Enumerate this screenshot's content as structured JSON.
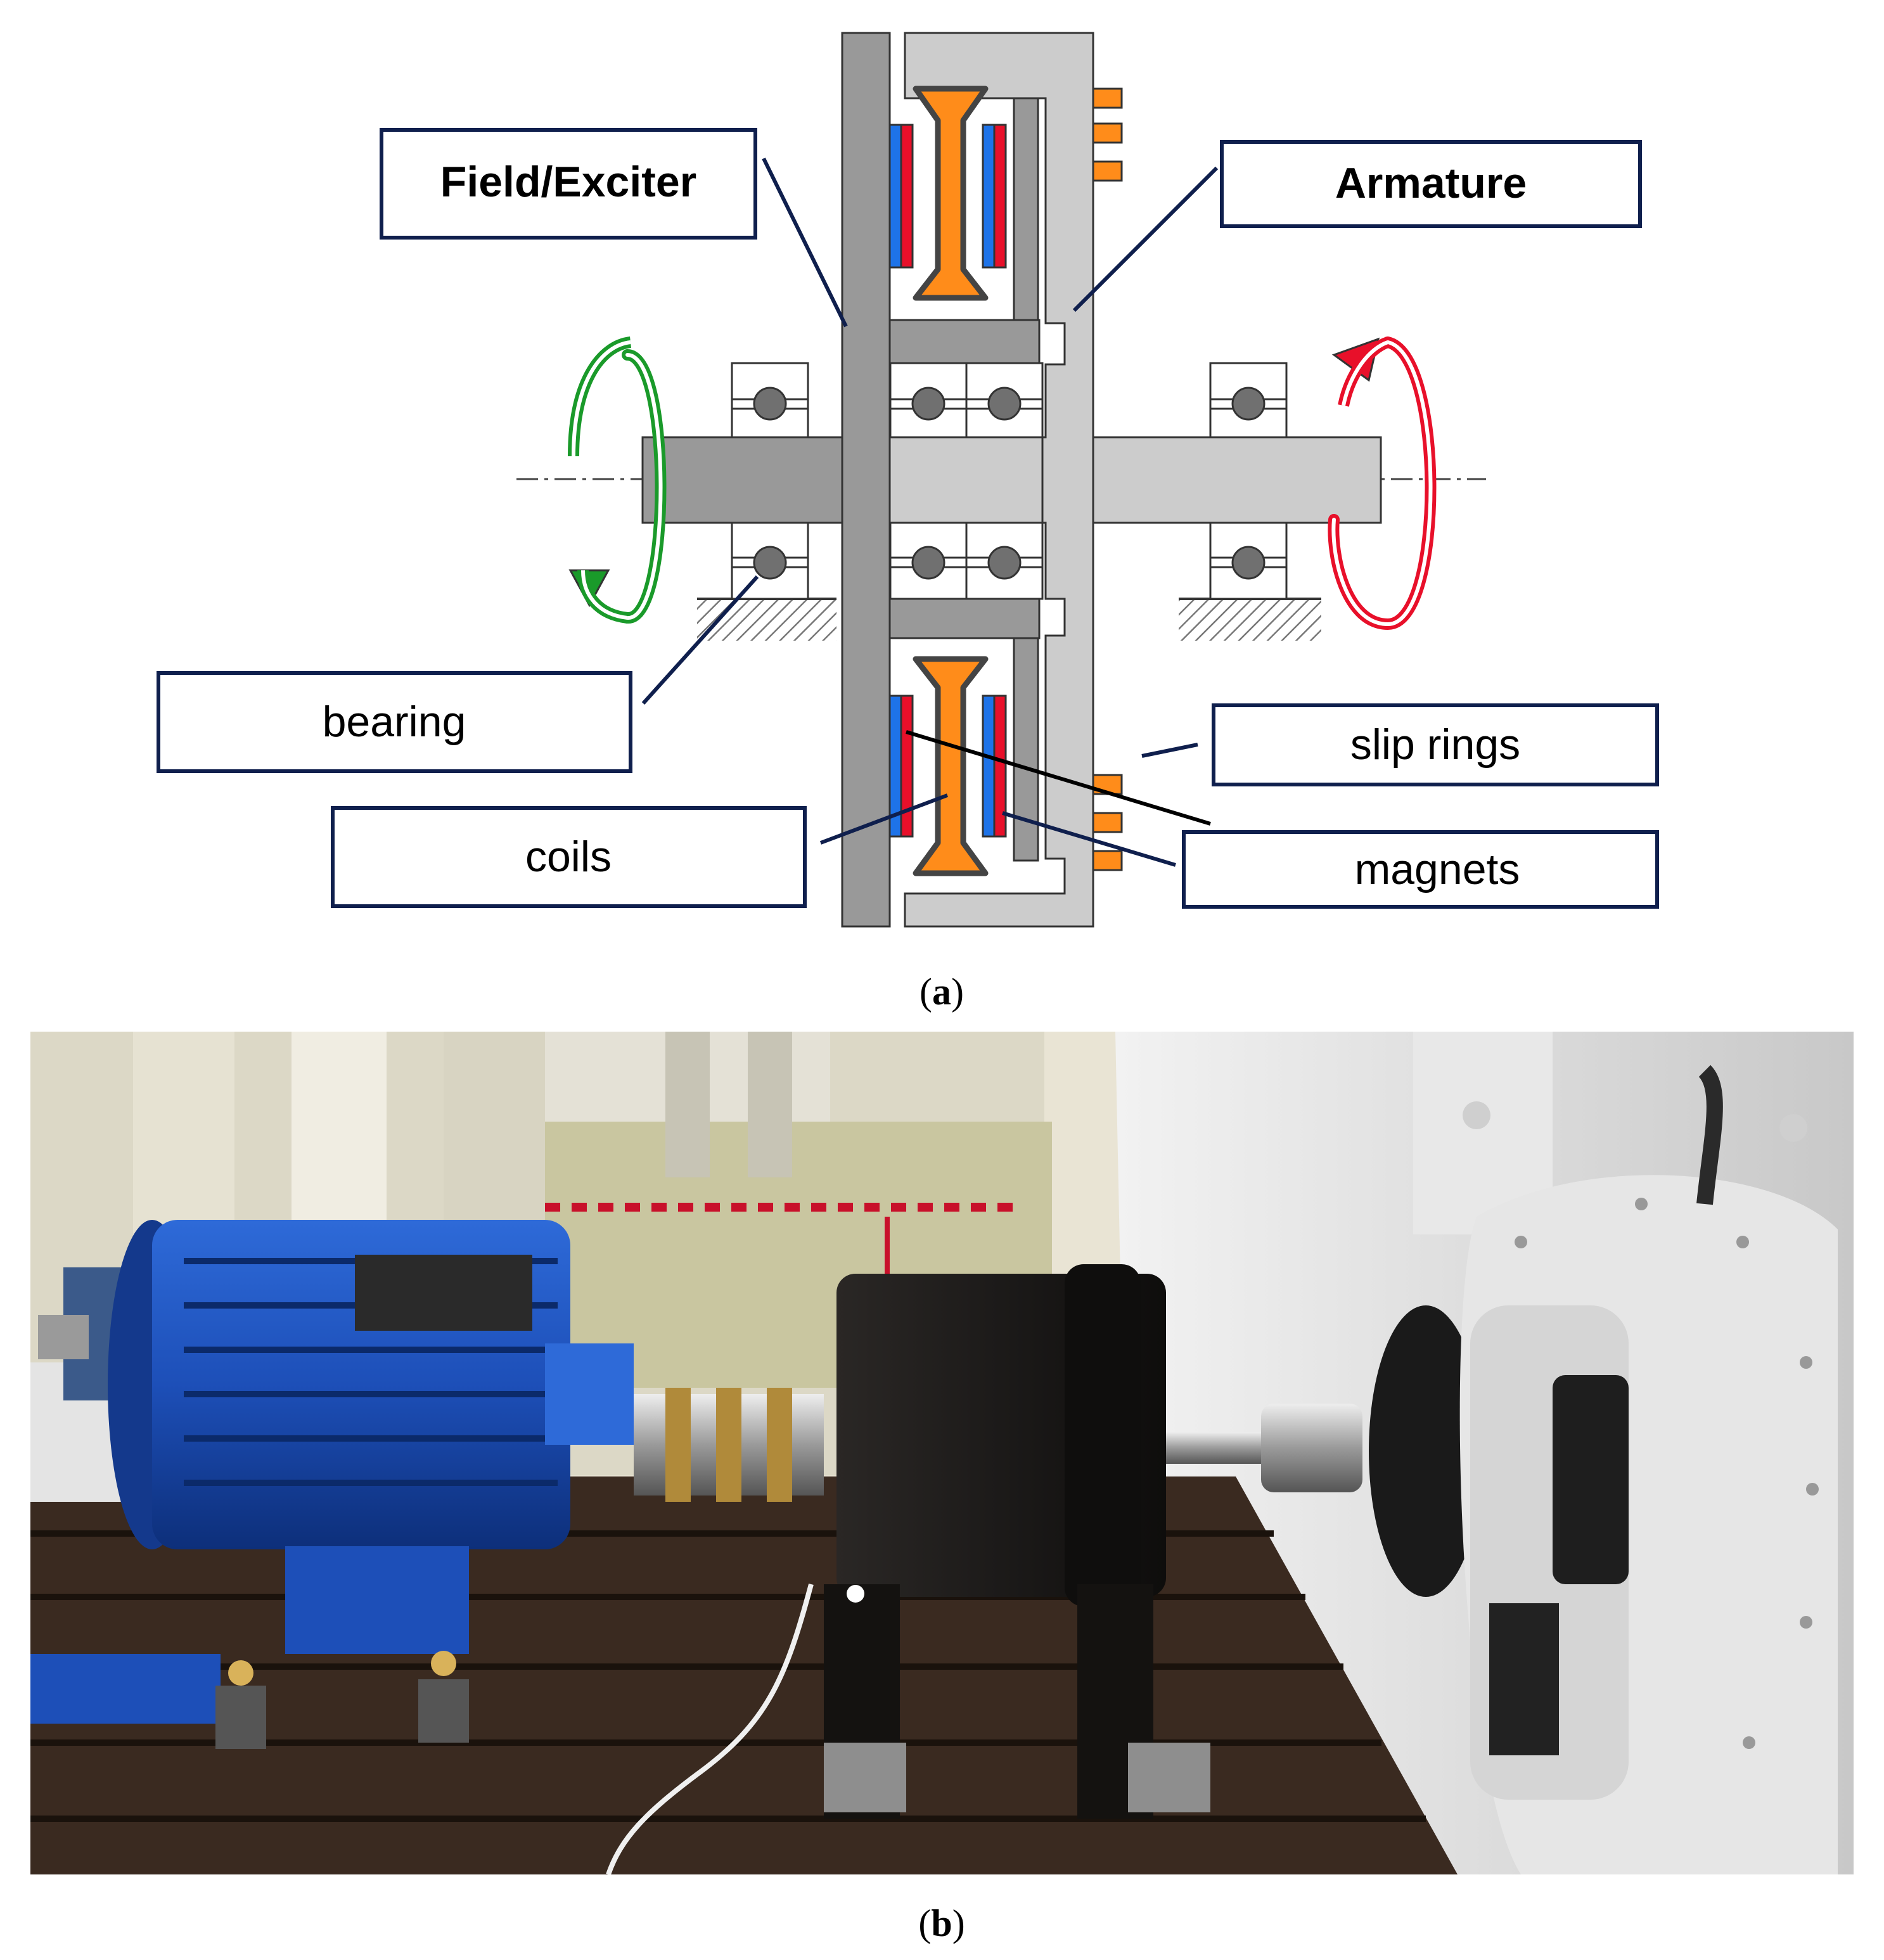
{
  "diagram": {
    "labels": {
      "field_exciter": "Field/Exciter",
      "armature": "Armature",
      "bearing": "bearing",
      "slip_rings": "slip rings",
      "coils": "coils",
      "magnets": "magnets"
    },
    "colors": {
      "stator_dark": "#999999",
      "rotor_light": "#cccccc",
      "coil_core": "#ff8c1a",
      "magnet_red": "#e8102a",
      "magnet_blue": "#1e73e8",
      "slip_ring": "#ff8c1a",
      "rotation_left": "#1a9a2a",
      "rotation_right": "#e8102a",
      "label_border": "#0f1f4d",
      "leader_line": "#0f1f4d"
    }
  },
  "captions": {
    "a": {
      "open": "(",
      "letter": "a",
      "close": ")"
    },
    "b": {
      "open": "(",
      "letter": "b",
      "close": ")"
    }
  },
  "photo": {
    "colors": {
      "blue_motor": "#1d4fb8",
      "black_coupling": "#1c1a19",
      "test_bench": "#3a2a20",
      "gray_machine": "#dcdcdc",
      "background_wall": "#e9e4d4",
      "floor": "#c9c6a0"
    }
  }
}
